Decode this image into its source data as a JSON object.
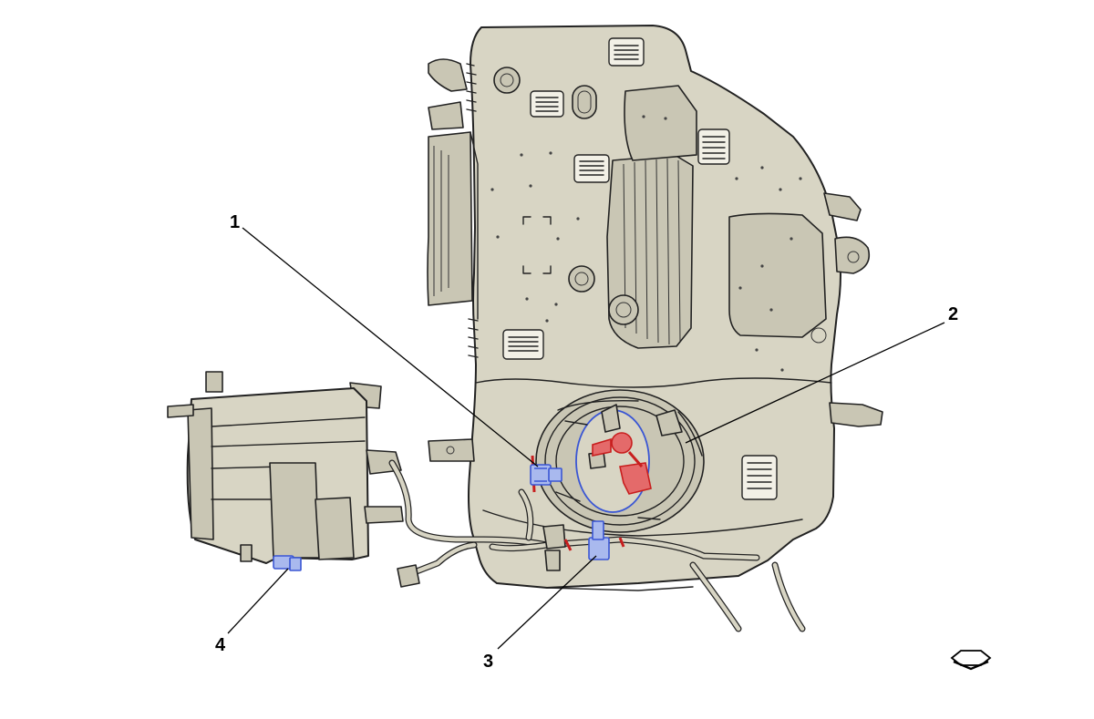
{
  "callouts": [
    {
      "id": "1",
      "label": "1"
    },
    {
      "id": "2",
      "label": "2"
    },
    {
      "id": "3",
      "label": "3"
    },
    {
      "id": "4",
      "label": "4"
    }
  ],
  "colors": {
    "tank": "#d8d5c4",
    "connector_blue": "#3a56d4",
    "highlight_red": "#c81e1e",
    "outline": "#222222"
  },
  "icons": {
    "view_direction": "view-direction-arrow-icon"
  }
}
